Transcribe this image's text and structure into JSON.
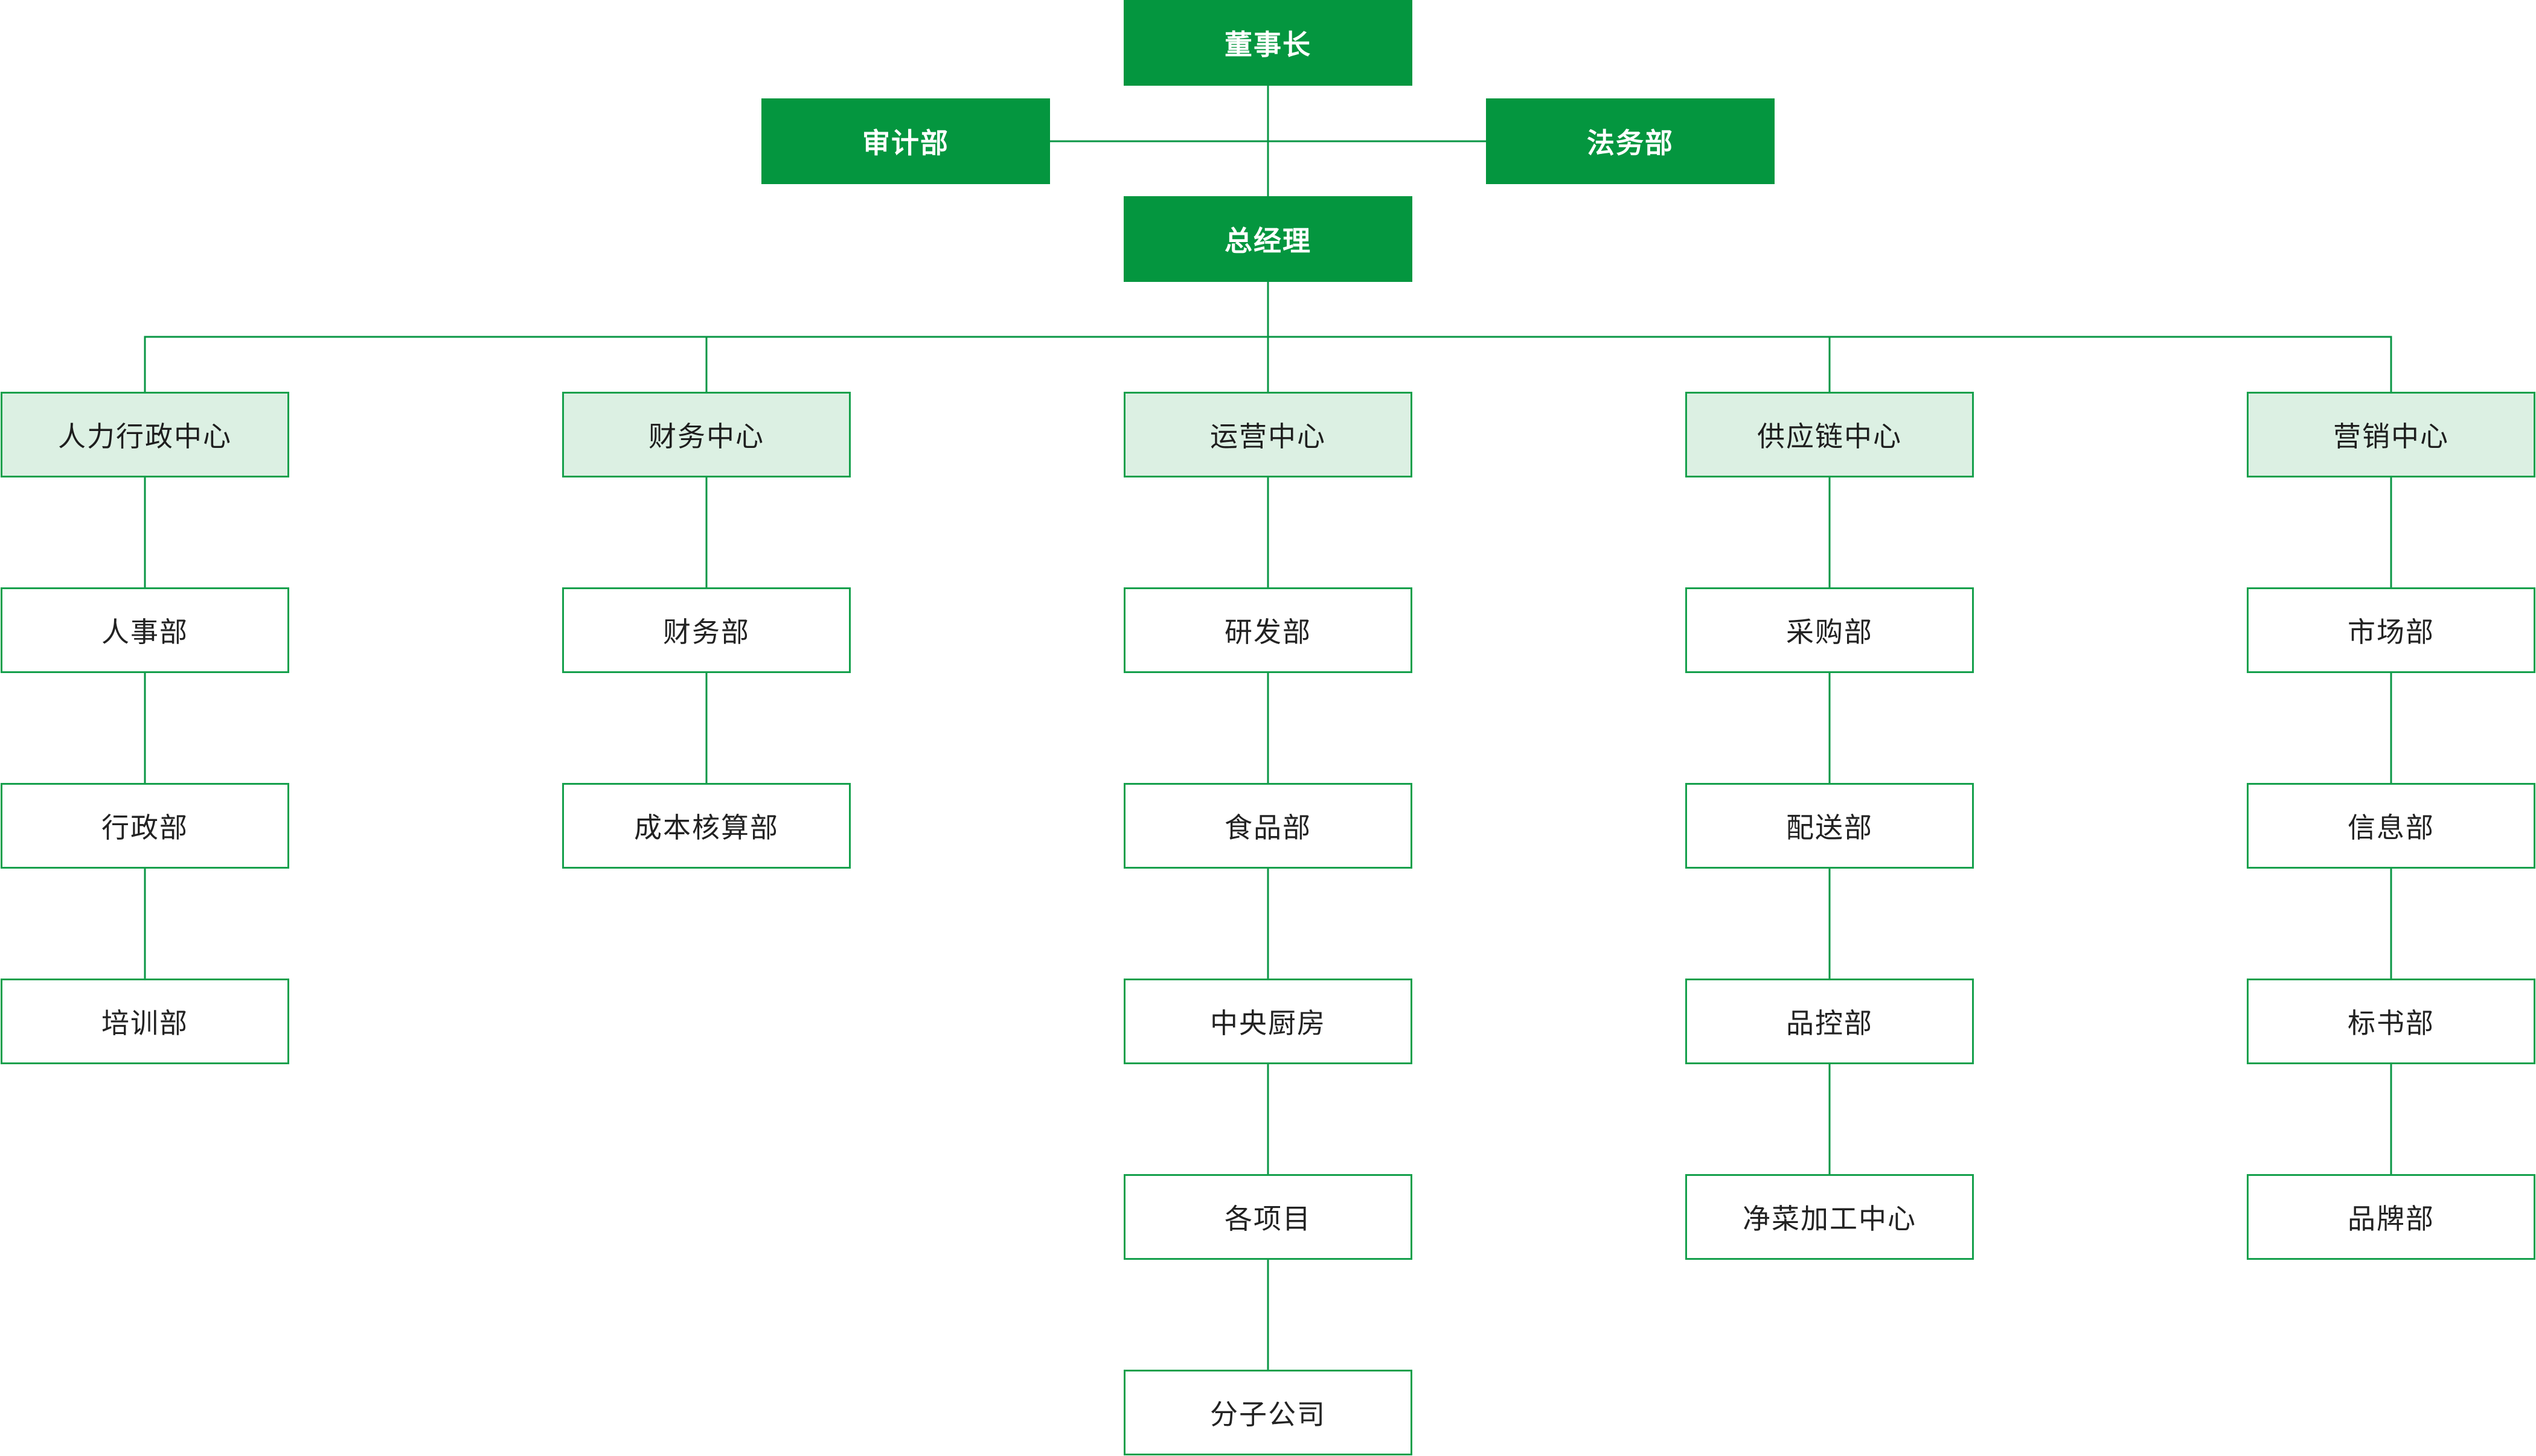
{
  "leadership": {
    "chairman": "董事长",
    "audit": "审计部",
    "legal": "法务部",
    "general_manager": "总经理"
  },
  "centers": [
    {
      "name": "人力行政中心",
      "departments": [
        "人事部",
        "行政部",
        "培训部"
      ]
    },
    {
      "name": "财务中心",
      "departments": [
        "财务部",
        "成本核算部"
      ]
    },
    {
      "name": "运营中心",
      "departments": [
        "研发部",
        "食品部",
        "中央厨房",
        "各项目",
        "分子公司"
      ]
    },
    {
      "name": "供应链中心",
      "departments": [
        "采购部",
        "配送部",
        "品控部",
        "净菜加工中心"
      ]
    },
    {
      "name": "营销中心",
      "departments": [
        "市场部",
        "信息部",
        "标书部",
        "品牌部"
      ]
    }
  ],
  "colors": {
    "leader_fill": "#04963f",
    "center_fill": "#dcf0e3",
    "border": "#15a04c",
    "connector": "#0a9644"
  }
}
